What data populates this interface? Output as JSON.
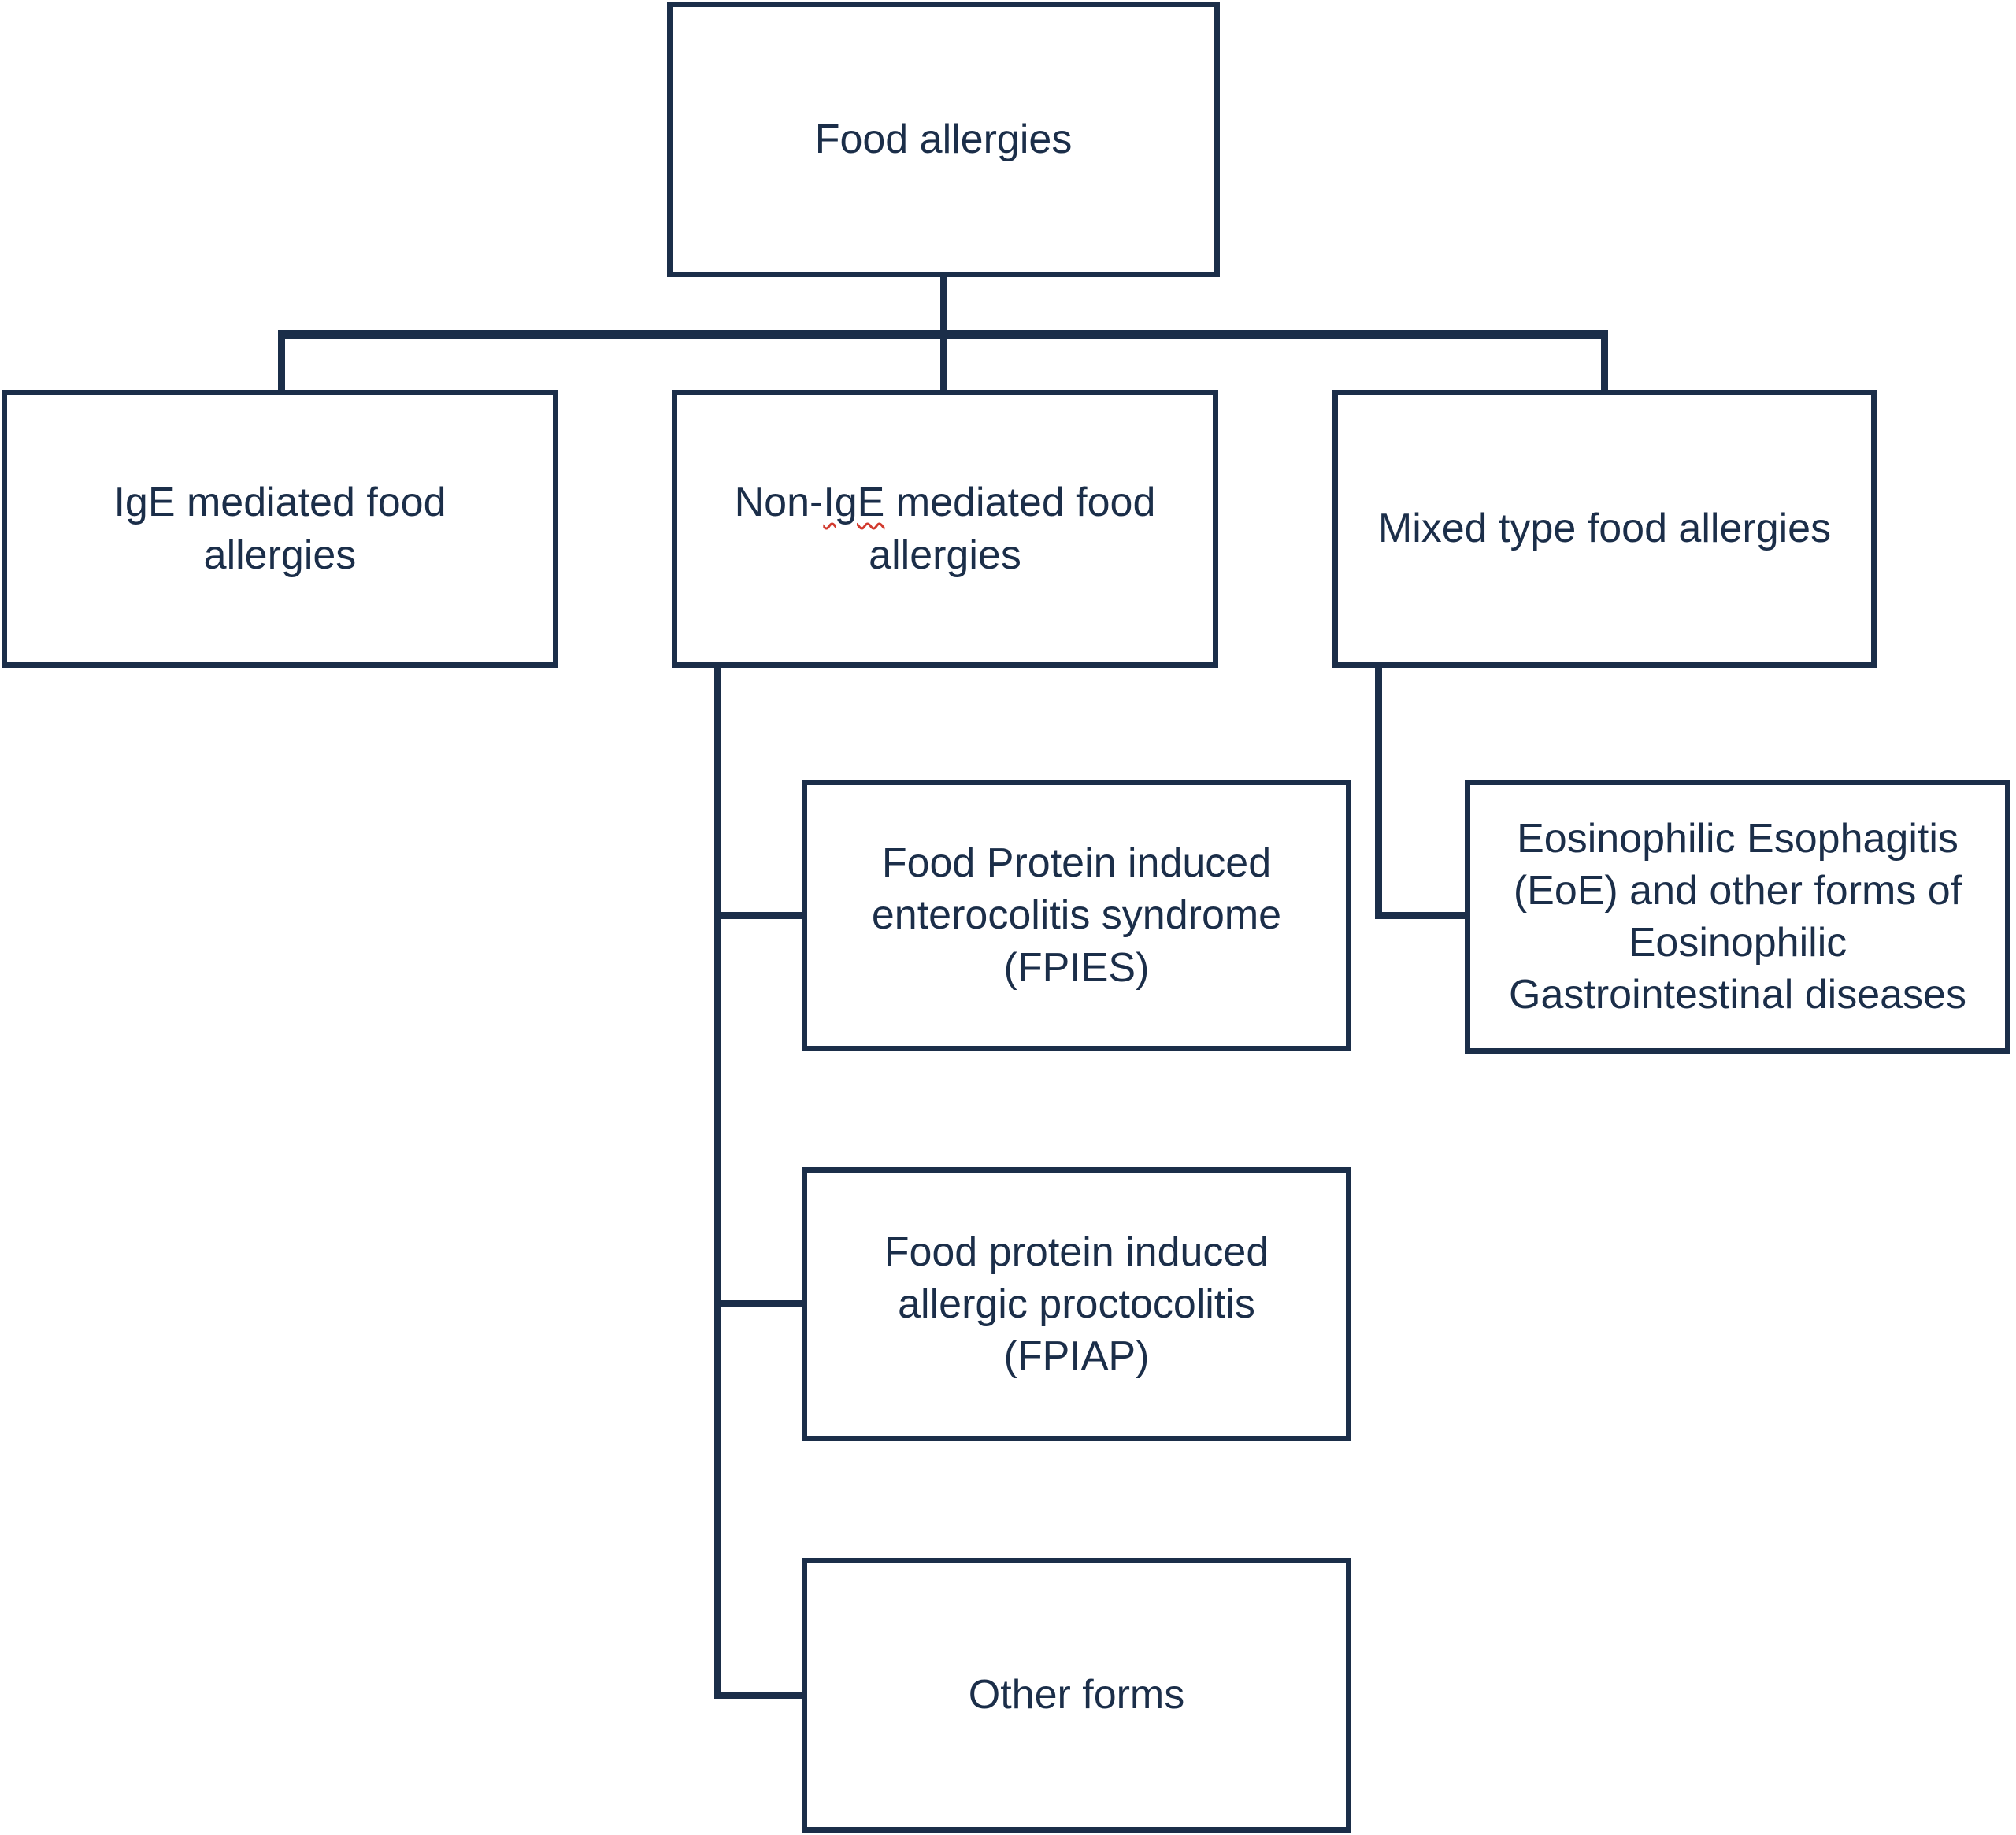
{
  "diagram": {
    "title": "Food allergies classification flowchart",
    "colors": {
      "line": "#1b2e49",
      "text": "#1b2e49",
      "spellcheck_underline": "#d23a2e",
      "background": "#ffffff"
    },
    "root": {
      "label": [
        "Food allergies"
      ]
    },
    "level1": [
      {
        "id": "ige",
        "label": [
          "IgE mediated food",
          "allergies"
        ]
      },
      {
        "id": "non_ige",
        "label_prefix": "Non-",
        "label_spellcheck": "IgE",
        "label_suffix": " mediated food\nallergies"
      },
      {
        "id": "mixed",
        "label": [
          "Mixed type food allergies"
        ]
      }
    ],
    "level2": {
      "fpies": {
        "parent": "non_ige",
        "label": [
          "Food Protein induced",
          "enterocolitis syndrome",
          "(FPIES)"
        ]
      },
      "fpiap": {
        "parent": "non_ige",
        "label": [
          "Food protein induced",
          "allergic proctocolitis",
          "(FPIAP)"
        ]
      },
      "other": {
        "parent": "non_ige",
        "label": [
          "Other forms"
        ]
      },
      "eoe": {
        "parent": "mixed",
        "label": [
          "Eosinophilic Esophagitis",
          "(EoE) and other forms of",
          "Eosinophilic",
          "Gastrointestinal diseases"
        ]
      }
    }
  }
}
